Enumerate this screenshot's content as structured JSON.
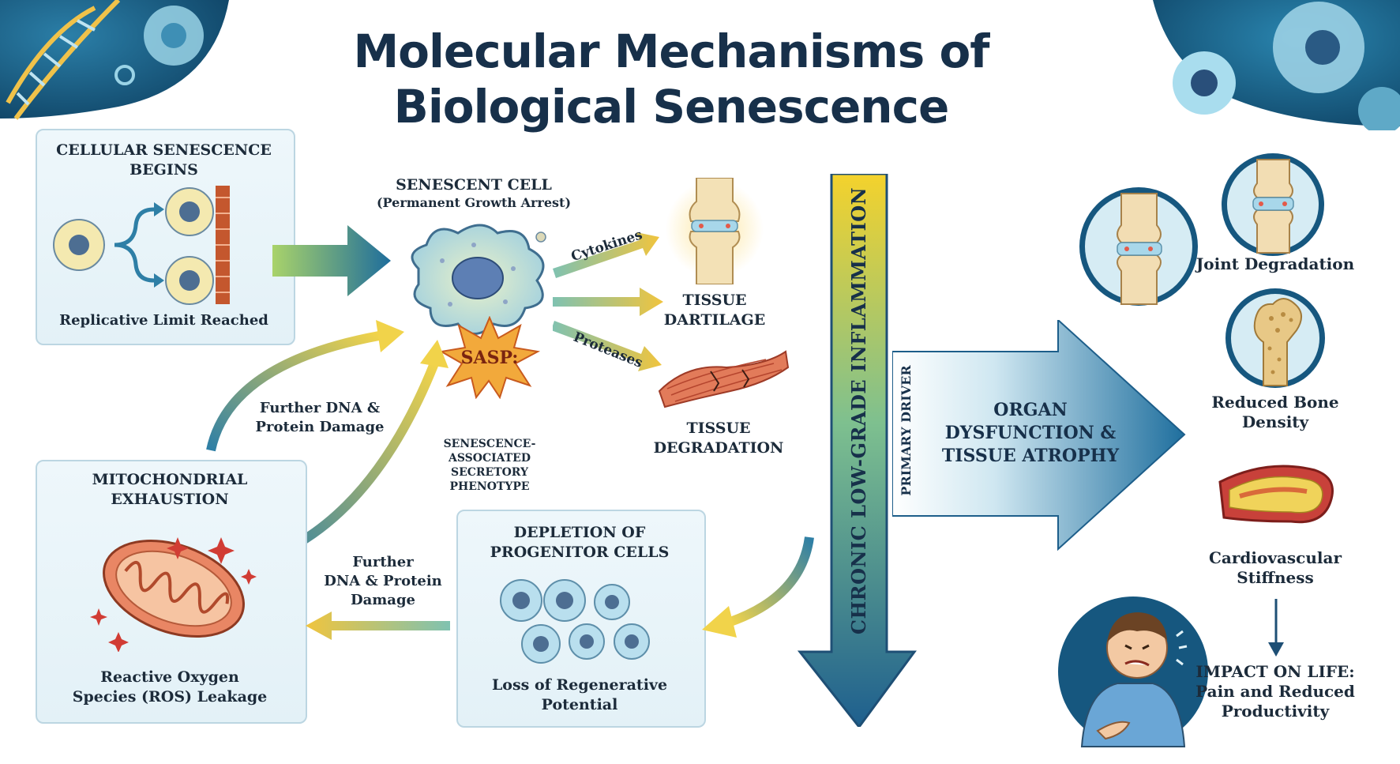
{
  "title_line1": "Molecular Mechanisms of",
  "title_line2": "Biological Senescence",
  "cellular": {
    "title_l1": "CELLULAR SENESCENCE",
    "title_l2": "BEGINS",
    "caption": "Replicative Limit Reached"
  },
  "senescent": {
    "title": "SENESCENT CELL",
    "subtitle": "(Permanent Growth Arrest)",
    "sasp_badge": "SASP:",
    "sasp_l1": "SENESCENCE-",
    "sasp_l2": "ASSOCIATED SECRETORY",
    "sasp_l3": "PHENOTYPE"
  },
  "arrows": {
    "cytokines": "Cytokines",
    "proteases": "Proteases"
  },
  "tissue_cartilage": {
    "l1": "TISSUE",
    "l2": "DARTILAGE"
  },
  "tissue_degradation": {
    "l1": "TISSUE",
    "l2": "DEGRADATION"
  },
  "further_damage_1": {
    "l1": "Further DNA &",
    "l2": "Protein Damage"
  },
  "mito": {
    "title_l1": "MITOCHONDRIAL",
    "title_l2": "EXHAUSTION",
    "caption_l1": "Reactive Oxygen",
    "caption_l2": "Species (ROS) Leakage"
  },
  "further_damage_2": {
    "l1": "Further",
    "l2": "DNA & Protein",
    "l3": "Damage"
  },
  "depletion": {
    "title_l1": "DEPLETION OF",
    "title_l2": "PROGENITOR CELLS",
    "caption_l1": "Loss of Regenerative",
    "caption_l2": "Potential"
  },
  "inflammation": {
    "label": "CHRONIC LOW-GRADE INFLAMMATION"
  },
  "primary_driver": "PRIMARY DRIVER",
  "organ": {
    "l1": "ORGAN",
    "l2": "DYSFUNCTION &",
    "l3": "TISSUE ATROPHY"
  },
  "right_panel": {
    "joint": "Joint Degradation",
    "bone_l1": "Reduced Bone",
    "bone_l2": "Density",
    "cardio_l1": "Cardiovascular",
    "cardio_l2": "Stiffness",
    "impact_l1": "IMPACT ON LIFE:",
    "impact_l2": "Pain and Reduced",
    "impact_l3": "Productivity"
  },
  "colors": {
    "navy": "#17304a",
    "teal": "#2e7fa6",
    "yellow": "#f1d34a",
    "red": "#d0463a"
  }
}
